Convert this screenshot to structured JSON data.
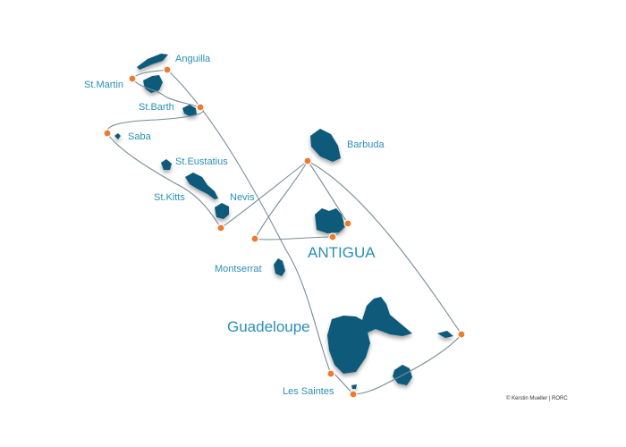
{
  "colors": {
    "island": "#0d5a7a",
    "label": "#2a8fb8",
    "route": "#7a8c96",
    "waypoint": "#ee7a2e"
  },
  "labels": {
    "anguilla": "Anguilla",
    "st_martin": "St.Martin",
    "st_barth": "St.Barth",
    "saba": "Saba",
    "st_eustatius": "St.Eustatius",
    "st_kitts": "St.Kitts",
    "nevis": "Nevis",
    "barbuda": "Barbuda",
    "antigua": "ANTIGUA",
    "montserrat": "Montserrat",
    "guadeloupe": "Guadeloupe",
    "les_saintes": "Les Saintes"
  },
  "credit": "© Kerstin Mueller | RORC"
}
